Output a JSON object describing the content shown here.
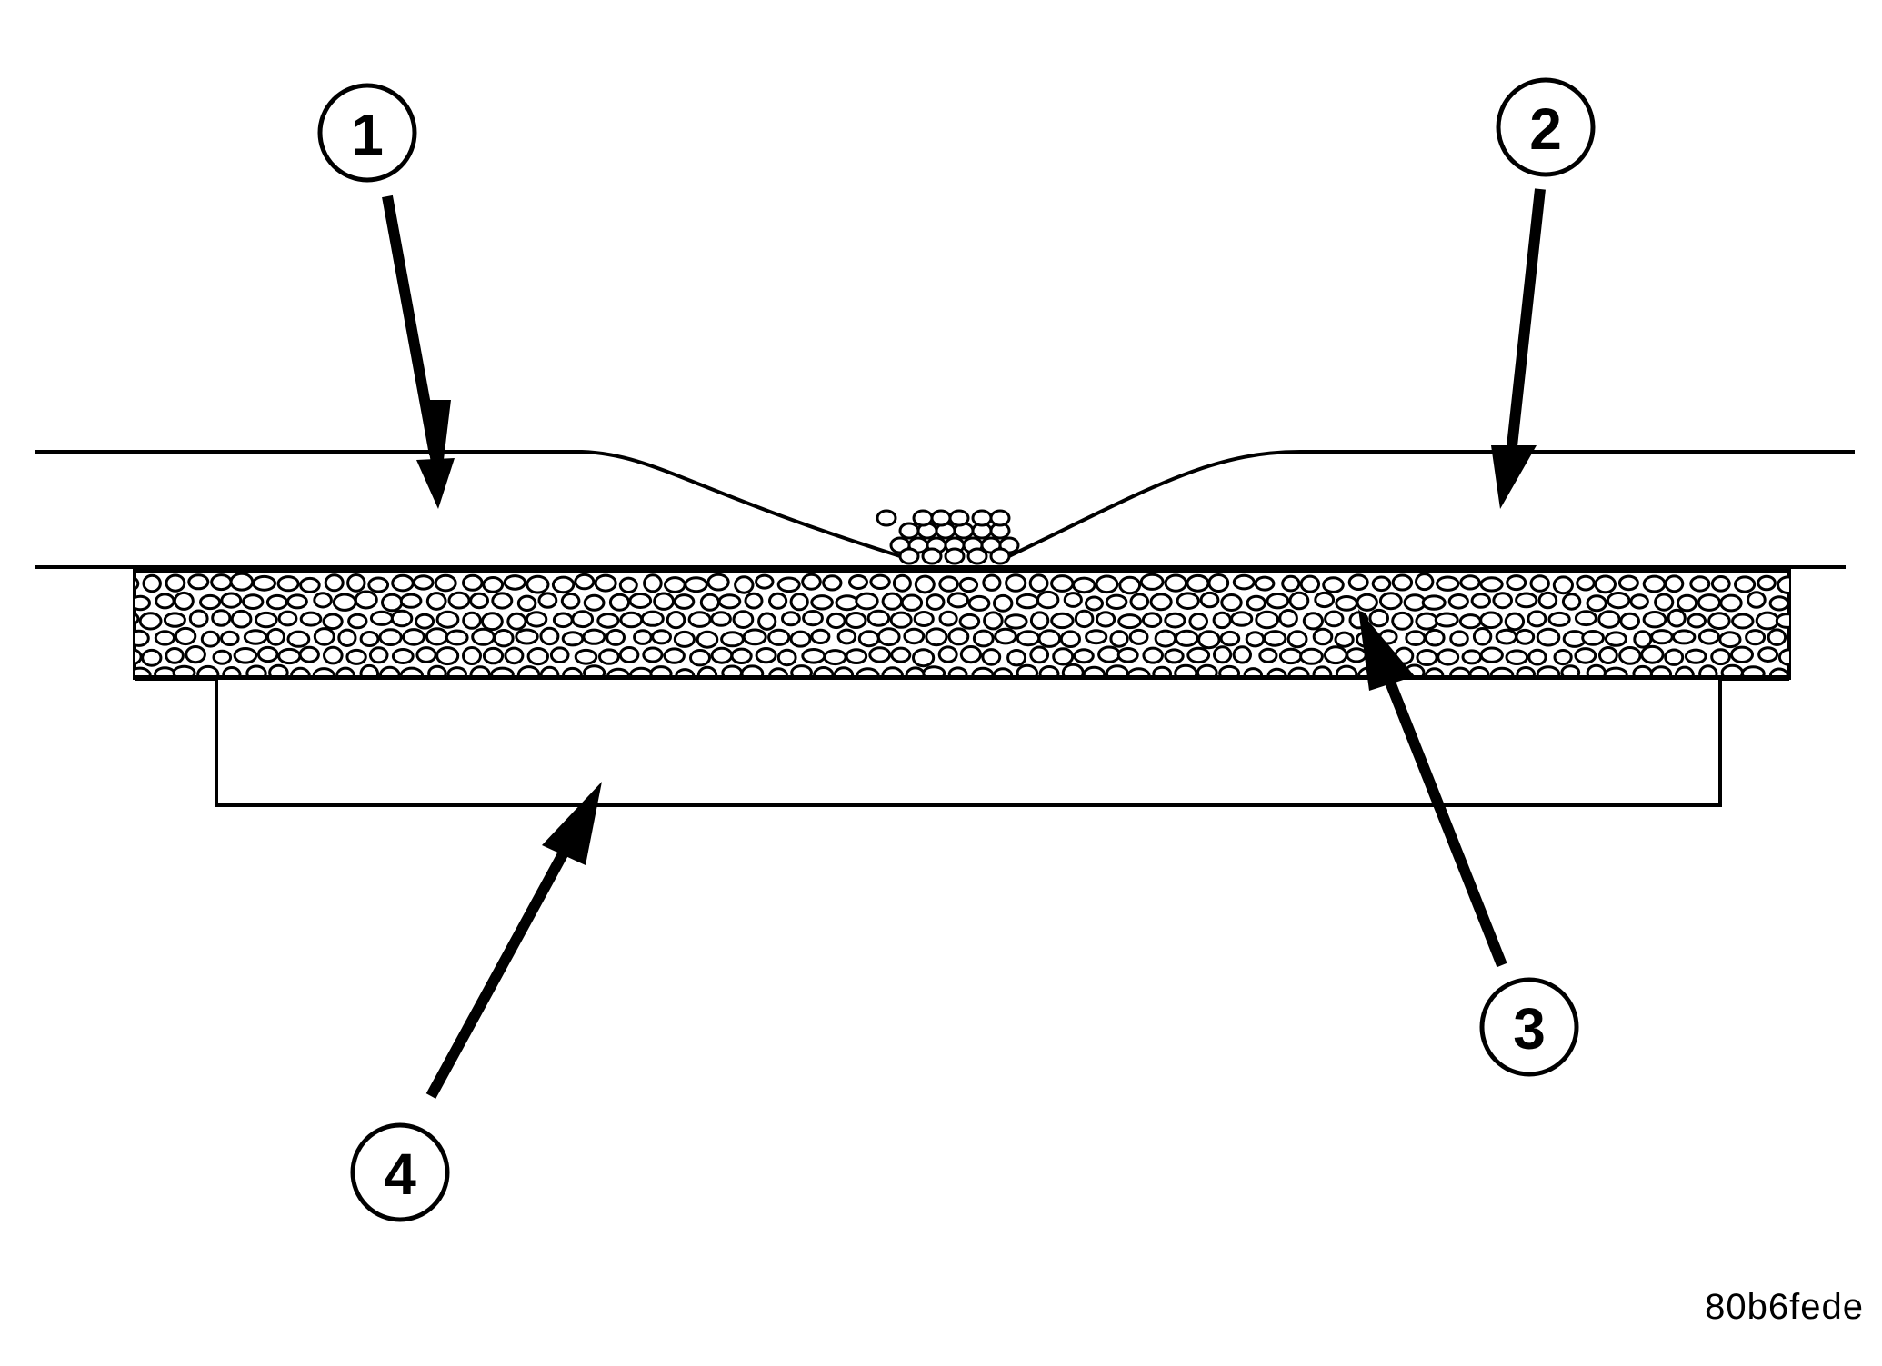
{
  "figure": {
    "code": "80b6fede",
    "line_color": "#000000",
    "background_color": "#ffffff"
  },
  "callouts": [
    {
      "number": "1"
    },
    {
      "number": "2"
    },
    {
      "number": "3"
    },
    {
      "number": "4"
    }
  ]
}
